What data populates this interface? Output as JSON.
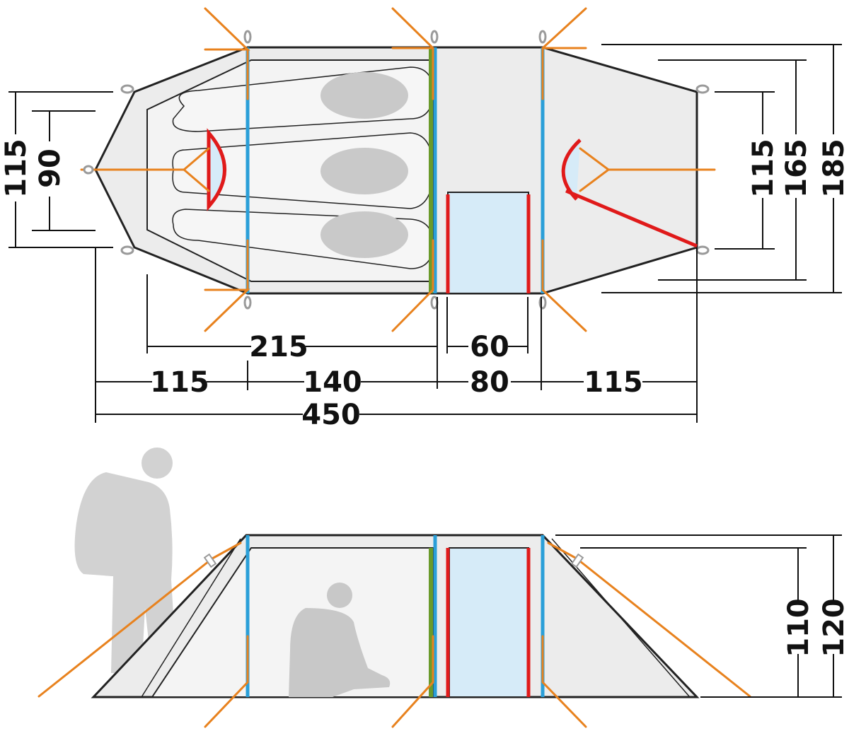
{
  "plan_view": {
    "dims_bottom": {
      "inner_length": "215",
      "door_width": "60",
      "segment_left": "115",
      "segment_sleep": "140",
      "segment_porch": "80",
      "segment_right": "115",
      "total_length": "450"
    },
    "dims_left": {
      "outer_width": "115",
      "inner_width": "90"
    },
    "dims_right": {
      "end_width": "115",
      "mid_width": "165",
      "total_width": "185"
    }
  },
  "side_view": {
    "dims_right": {
      "inner_height": "110",
      "outer_height": "120"
    }
  },
  "colors": {
    "pole_blue": "#2a9fd8",
    "pole_green": "#6a9a2a",
    "pole_red": "#e01a1a",
    "guy_line": "#e8821e",
    "fabric": "#ececec",
    "inner_tent": "#f4f4f4",
    "window": "#d6ebf8",
    "silhouette": "#d2d2d2"
  }
}
